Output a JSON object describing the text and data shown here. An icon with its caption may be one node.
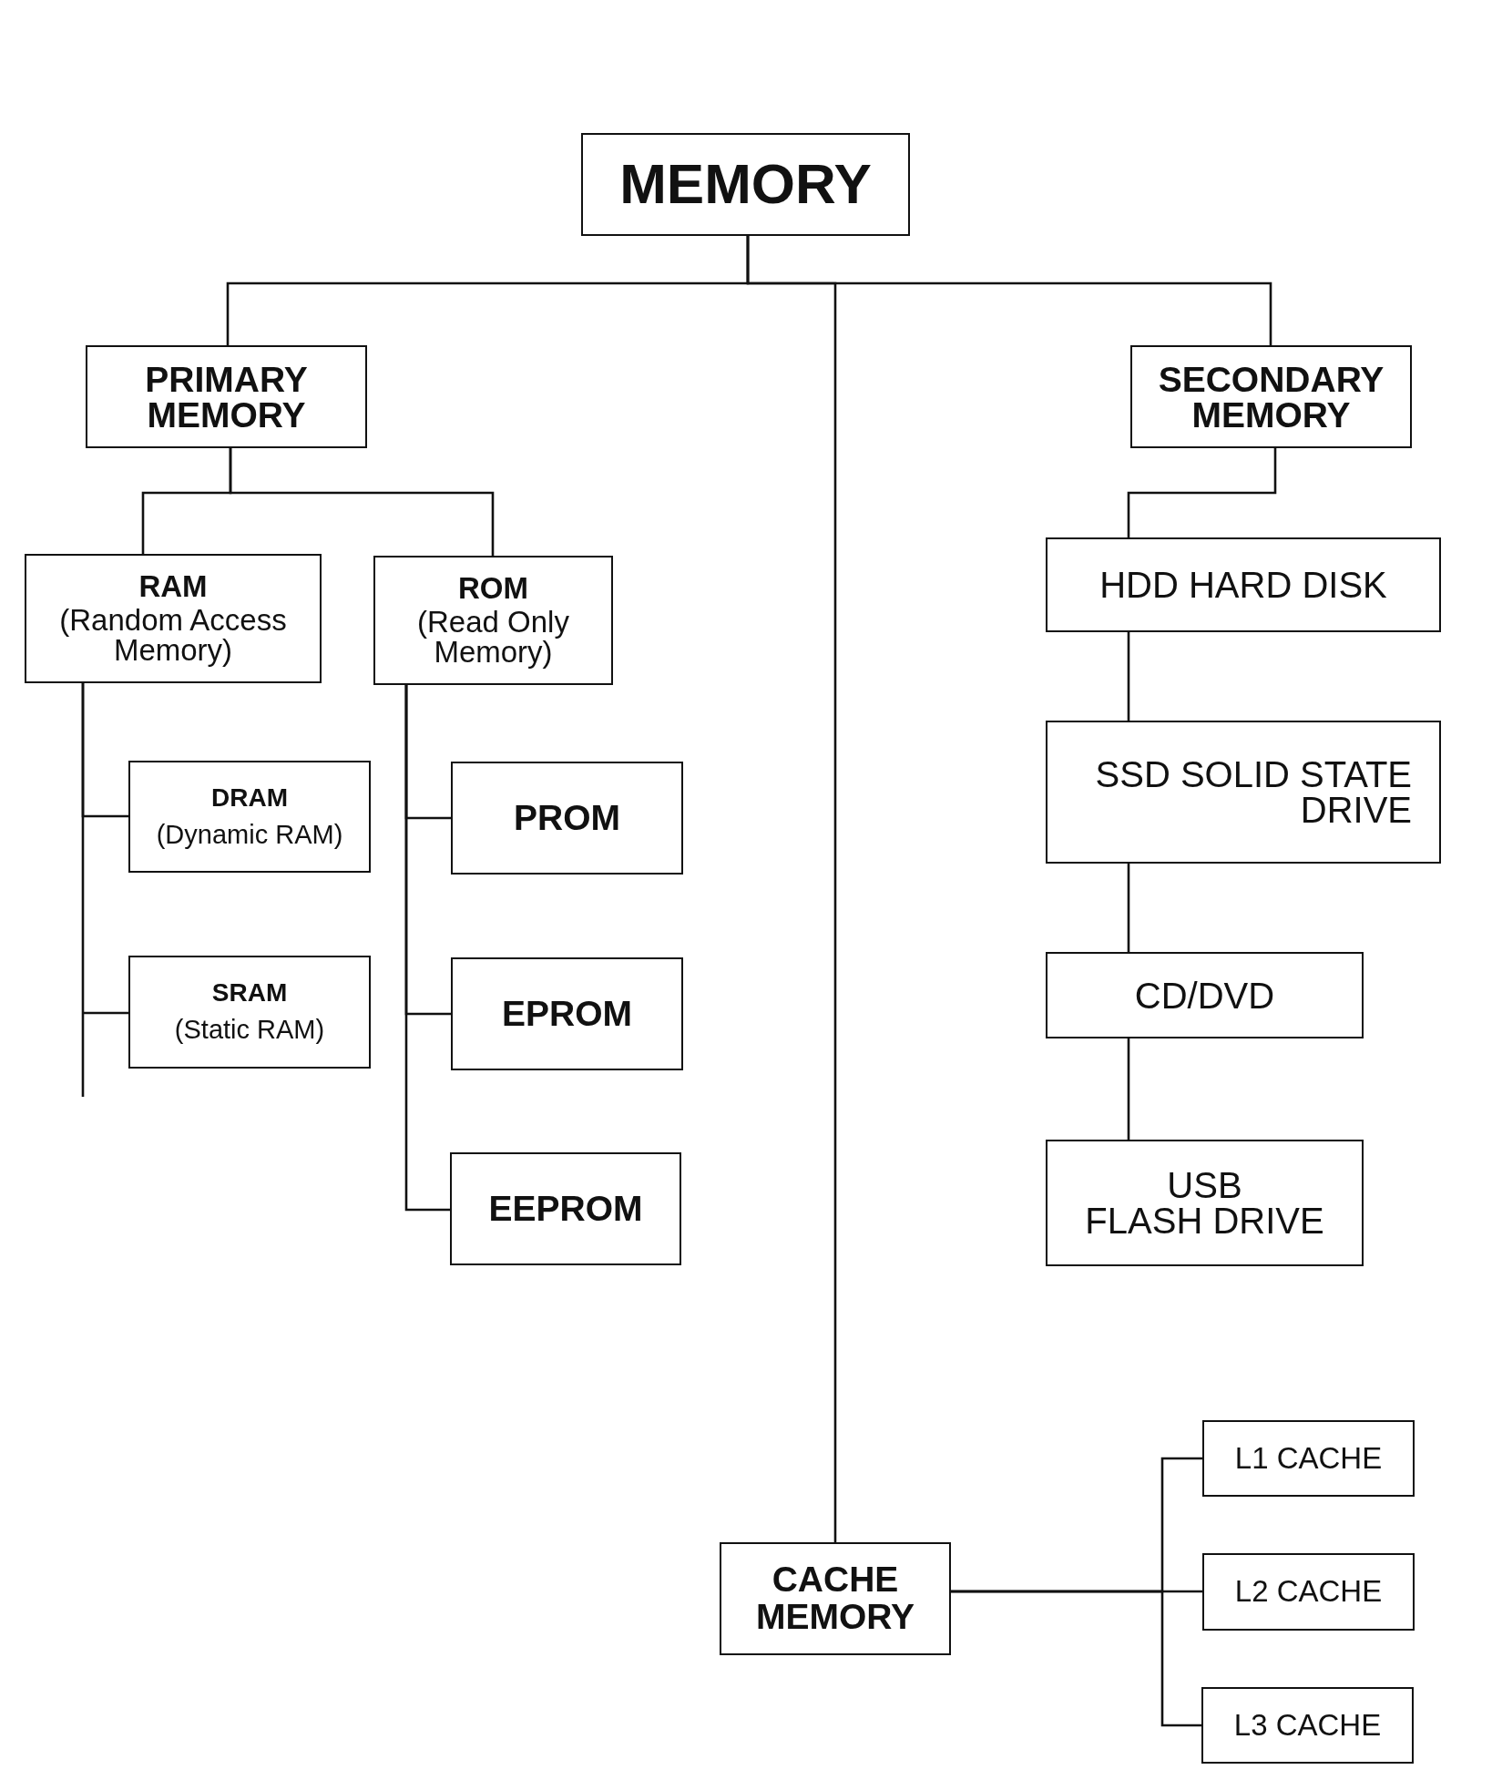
{
  "diagram": {
    "nodes": [
      {
        "text": [
          "MEMORY"
        ]
      },
      {
        "text": [
          "PRIMARY MEMORY"
        ]
      },
      {
        "text": [
          "RAM",
          "(Random Access Memory)"
        ]
      },
      {
        "text": [
          "ROM",
          "(Read Only Memory)"
        ]
      },
      {
        "text": [
          "DRAM",
          "(Dynamic RAM)"
        ]
      },
      {
        "text": [
          "SRAM",
          "(Static RAM)"
        ]
      },
      {
        "text": [
          "PROM"
        ]
      },
      {
        "text": [
          "EPROM"
        ]
      },
      {
        "text": [
          "EEPROM"
        ]
      },
      {
        "text": [
          "SECONDARY MEMORY"
        ]
      },
      {
        "text": [
          "HDD HARD DISK"
        ]
      },
      {
        "text": [
          "SSD SOLID STATE DRIVE"
        ]
      },
      {
        "text": [
          "CD/DVD"
        ]
      },
      {
        "text": [
          "USB FLASH DRIVE"
        ]
      },
      {
        "text": [
          "CACHE MEMORY"
        ]
      },
      {
        "text": [
          "L1 CACHE"
        ]
      },
      {
        "text": [
          "L2 CACHE"
        ]
      },
      {
        "text": [
          "L3 CACHE"
        ]
      }
    ],
    "edges": [
      {
        "from": 0,
        "to": 1,
        "arrow": "none"
      },
      {
        "from": 0,
        "to": 9,
        "arrow": "none"
      },
      {
        "from": 0,
        "to": 14,
        "arrow": "none"
      },
      {
        "from": 1,
        "to": 2,
        "arrow": "none"
      },
      {
        "from": 1,
        "to": 3,
        "arrow": "none"
      },
      {
        "from": 2,
        "to": 4,
        "arrow": "none"
      },
      {
        "from": 2,
        "to": 5,
        "arrow": "none"
      },
      {
        "from": 3,
        "to": 6,
        "arrow": "none"
      },
      {
        "from": 3,
        "to": 7,
        "arrow": "none"
      },
      {
        "from": 3,
        "to": 8,
        "arrow": "none"
      },
      {
        "from": 9,
        "to": 10,
        "arrow": "none"
      },
      {
        "from": 10,
        "to": 11,
        "arrow": "none"
      },
      {
        "from": 11,
        "to": 12,
        "arrow": "none"
      },
      {
        "from": 12,
        "to": 13,
        "arrow": "none"
      },
      {
        "from": 14,
        "to": 15,
        "arrow": "none"
      },
      {
        "from": 14,
        "to": 16,
        "arrow": "none"
      },
      {
        "from": 14,
        "to": 17,
        "arrow": "none"
      }
    ]
  }
}
